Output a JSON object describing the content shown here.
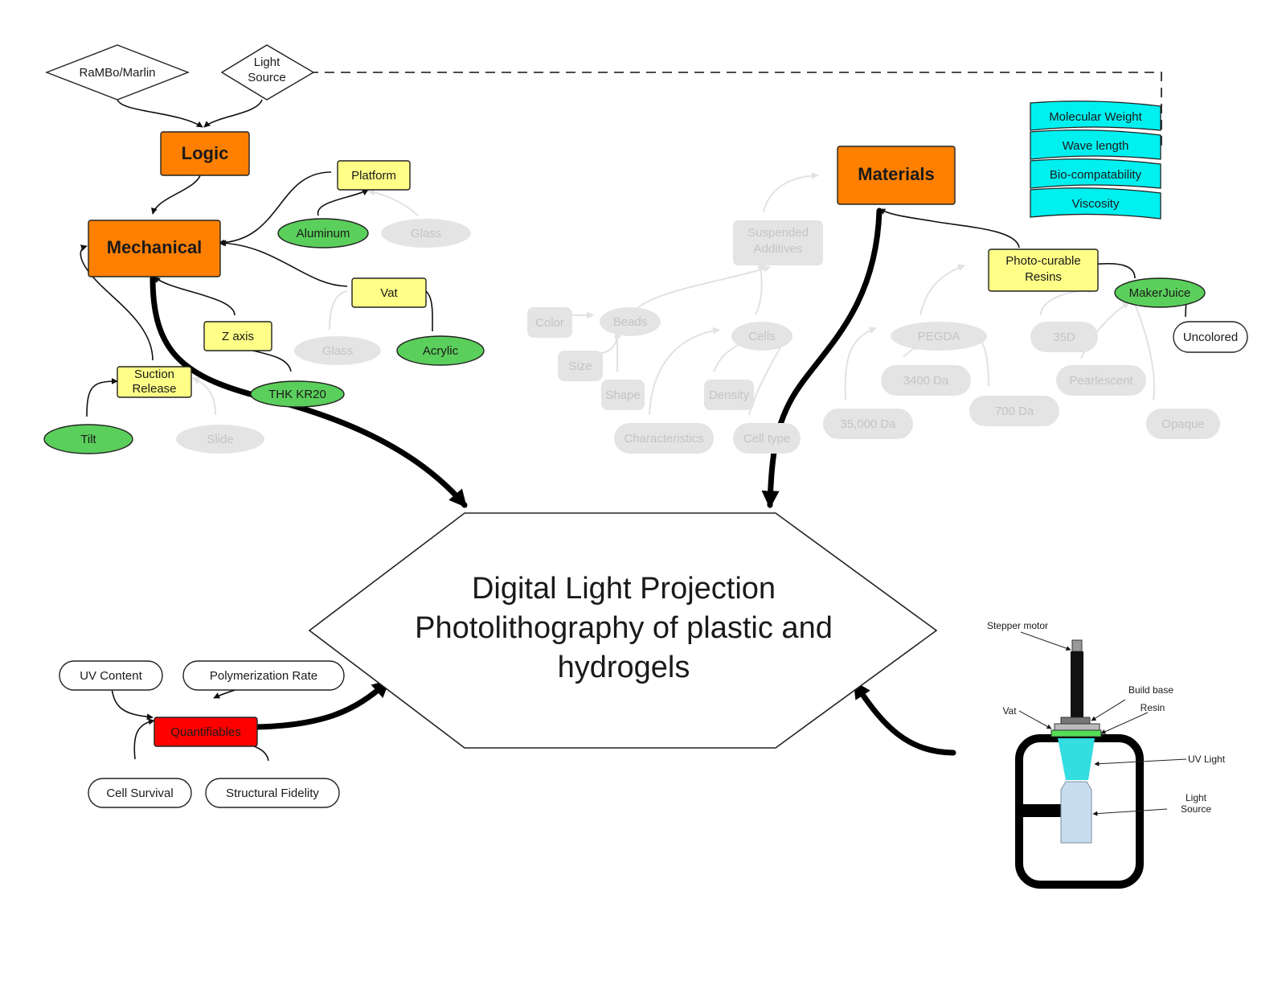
{
  "title_lines": [
    "Digital Light Projection",
    "Photolithography of plastic and",
    "hydrogels"
  ],
  "colors": {
    "category": "#ff8000",
    "subcategory": "#ffff88",
    "example": "#5bcf5b",
    "property": "#00f0f0",
    "quantifiables": "#ff0000",
    "inactive": "#e4e4e4"
  },
  "logic": {
    "label": "Logic",
    "inputs": [
      "RaMBo/Marlin",
      "Light Source"
    ]
  },
  "mechanical": {
    "label": "Mechanical",
    "platform": "Platform",
    "aluminum": "Aluminum",
    "platform_glass": "Glass",
    "vat": "Vat",
    "vat_glass": "Glass",
    "acrylic": "Acrylic",
    "z_axis": "Z axis",
    "thk": "THK KR20",
    "suction_release": "Suction Release",
    "tilt": "Tilt",
    "slide": "Slide"
  },
  "materials": {
    "label": "Materials",
    "properties": [
      "Molecular Weight",
      "Wave length",
      "Bio-compatability",
      "Viscosity"
    ],
    "photocurable_resins": "Photo-curable Resins",
    "makerjuice": "MakerJuice",
    "uncolored": "Uncolored",
    "inactive": {
      "suspended_additives": "Suspended Additives",
      "color": "Color",
      "beads": "Beads",
      "size": "Size",
      "shape": "Shape",
      "cells": "Cells",
      "density": "Density",
      "characteristics": "Characteristics",
      "cell_type": "Cell type",
      "pegda": "PEGDA",
      "da3400": "3400 Da",
      "da700": "700 Da",
      "da35000": "35,000 Da",
      "d35": "35D",
      "pearlescent": "Pearlescent",
      "opaque": "Opaque"
    }
  },
  "quantifiables": {
    "label": "Quantifiables",
    "items": [
      "UV Content",
      "Polymerization Rate",
      "Cell Survival",
      "Structural Fidelity"
    ]
  },
  "printer_schematic": {
    "stepper_motor": "Stepper motor",
    "build_base": "Build base",
    "resin": "Resin",
    "vat": "Vat",
    "uv_light": "UV Light",
    "light_source_line1": "Light",
    "light_source_line2": "Source"
  }
}
